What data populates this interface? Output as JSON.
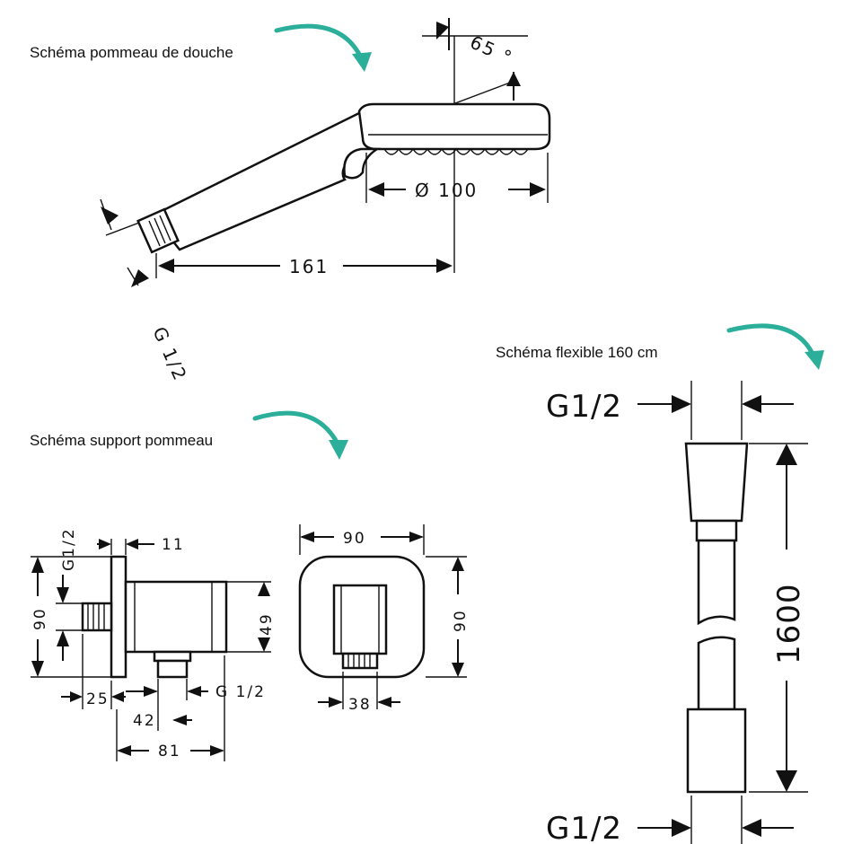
{
  "captions": {
    "handshower": "Schéma pommeau de douche",
    "holder": "Schéma support pommeau",
    "hose": "Schéma flexible 160 cm"
  },
  "handshower": {
    "angle": "65 °",
    "diameter": "Ø 100",
    "length": "161",
    "thread": "G 1/2"
  },
  "holder": {
    "side_thread": "G1/2",
    "flange": "11",
    "height": "90",
    "outlet_height": "49",
    "offset": "25",
    "outlet_pos": "42",
    "depth": "81",
    "outlet_thread": "G   1/2",
    "front_width": "90",
    "front_height": "90",
    "front_opening": "38"
  },
  "hose": {
    "thread_top": "G1/2",
    "thread_bottom": "G1/2",
    "length": "1600"
  },
  "accent_color": "#2bae9a"
}
